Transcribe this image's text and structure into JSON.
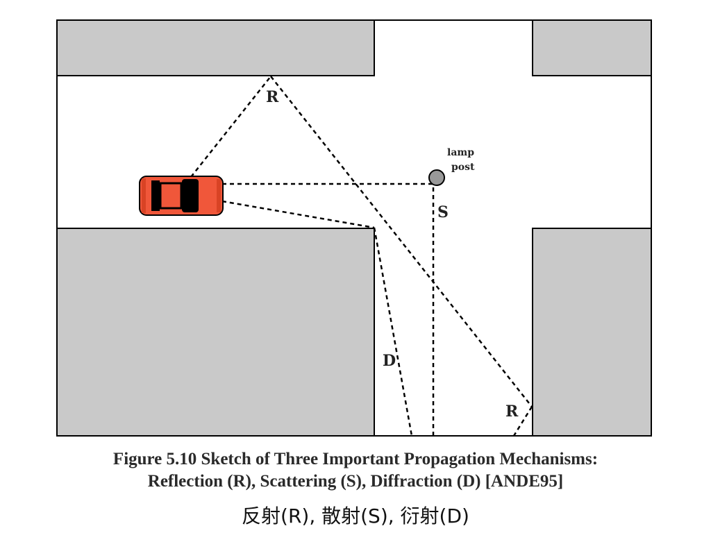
{
  "labels": {
    "reflection_top": "R",
    "reflection_bottom": "R",
    "scattering": "S",
    "diffraction": "D",
    "lamp_line1": "lamp",
    "lamp_line2": "post"
  },
  "caption": {
    "line1": "Figure 5.10  Sketch of Three Important Propagation Mechanisms:",
    "line2": "Reflection (R), Scattering (S), Diffraction (D) [ANDE95]",
    "chinese": "反射(R), 散射(S), 衍射(D)"
  },
  "colors": {
    "building": "#c9c9c9",
    "car_body": "#f0573a",
    "lamp": "#999999"
  }
}
